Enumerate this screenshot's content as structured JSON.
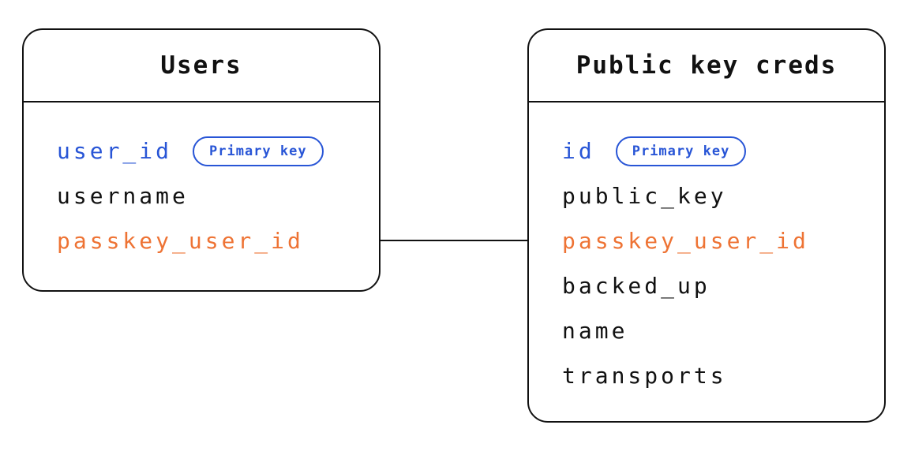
{
  "diagram": {
    "colors": {
      "primary_key_blue": "#2855D6",
      "link_field_orange": "#EE7334",
      "line_black": "#111111",
      "background": "#FFFFFF"
    },
    "tables": [
      {
        "title": "Users",
        "fields": [
          {
            "name": "user_id",
            "role": "primary-key",
            "badge": "Primary key"
          },
          {
            "name": "username",
            "role": "plain"
          },
          {
            "name": "passkey_user_id",
            "role": "link"
          }
        ]
      },
      {
        "title": "Public key creds",
        "fields": [
          {
            "name": "id",
            "role": "primary-key",
            "badge": "Primary key"
          },
          {
            "name": "public_key",
            "role": "plain"
          },
          {
            "name": "passkey_user_id",
            "role": "link"
          },
          {
            "name": "backed_up",
            "role": "plain"
          },
          {
            "name": "name",
            "role": "plain"
          },
          {
            "name": "transports",
            "role": "plain"
          }
        ]
      }
    ],
    "relationship": {
      "from": "Users.passkey_user_id",
      "to": "Public key creds.passkey_user_id"
    }
  }
}
